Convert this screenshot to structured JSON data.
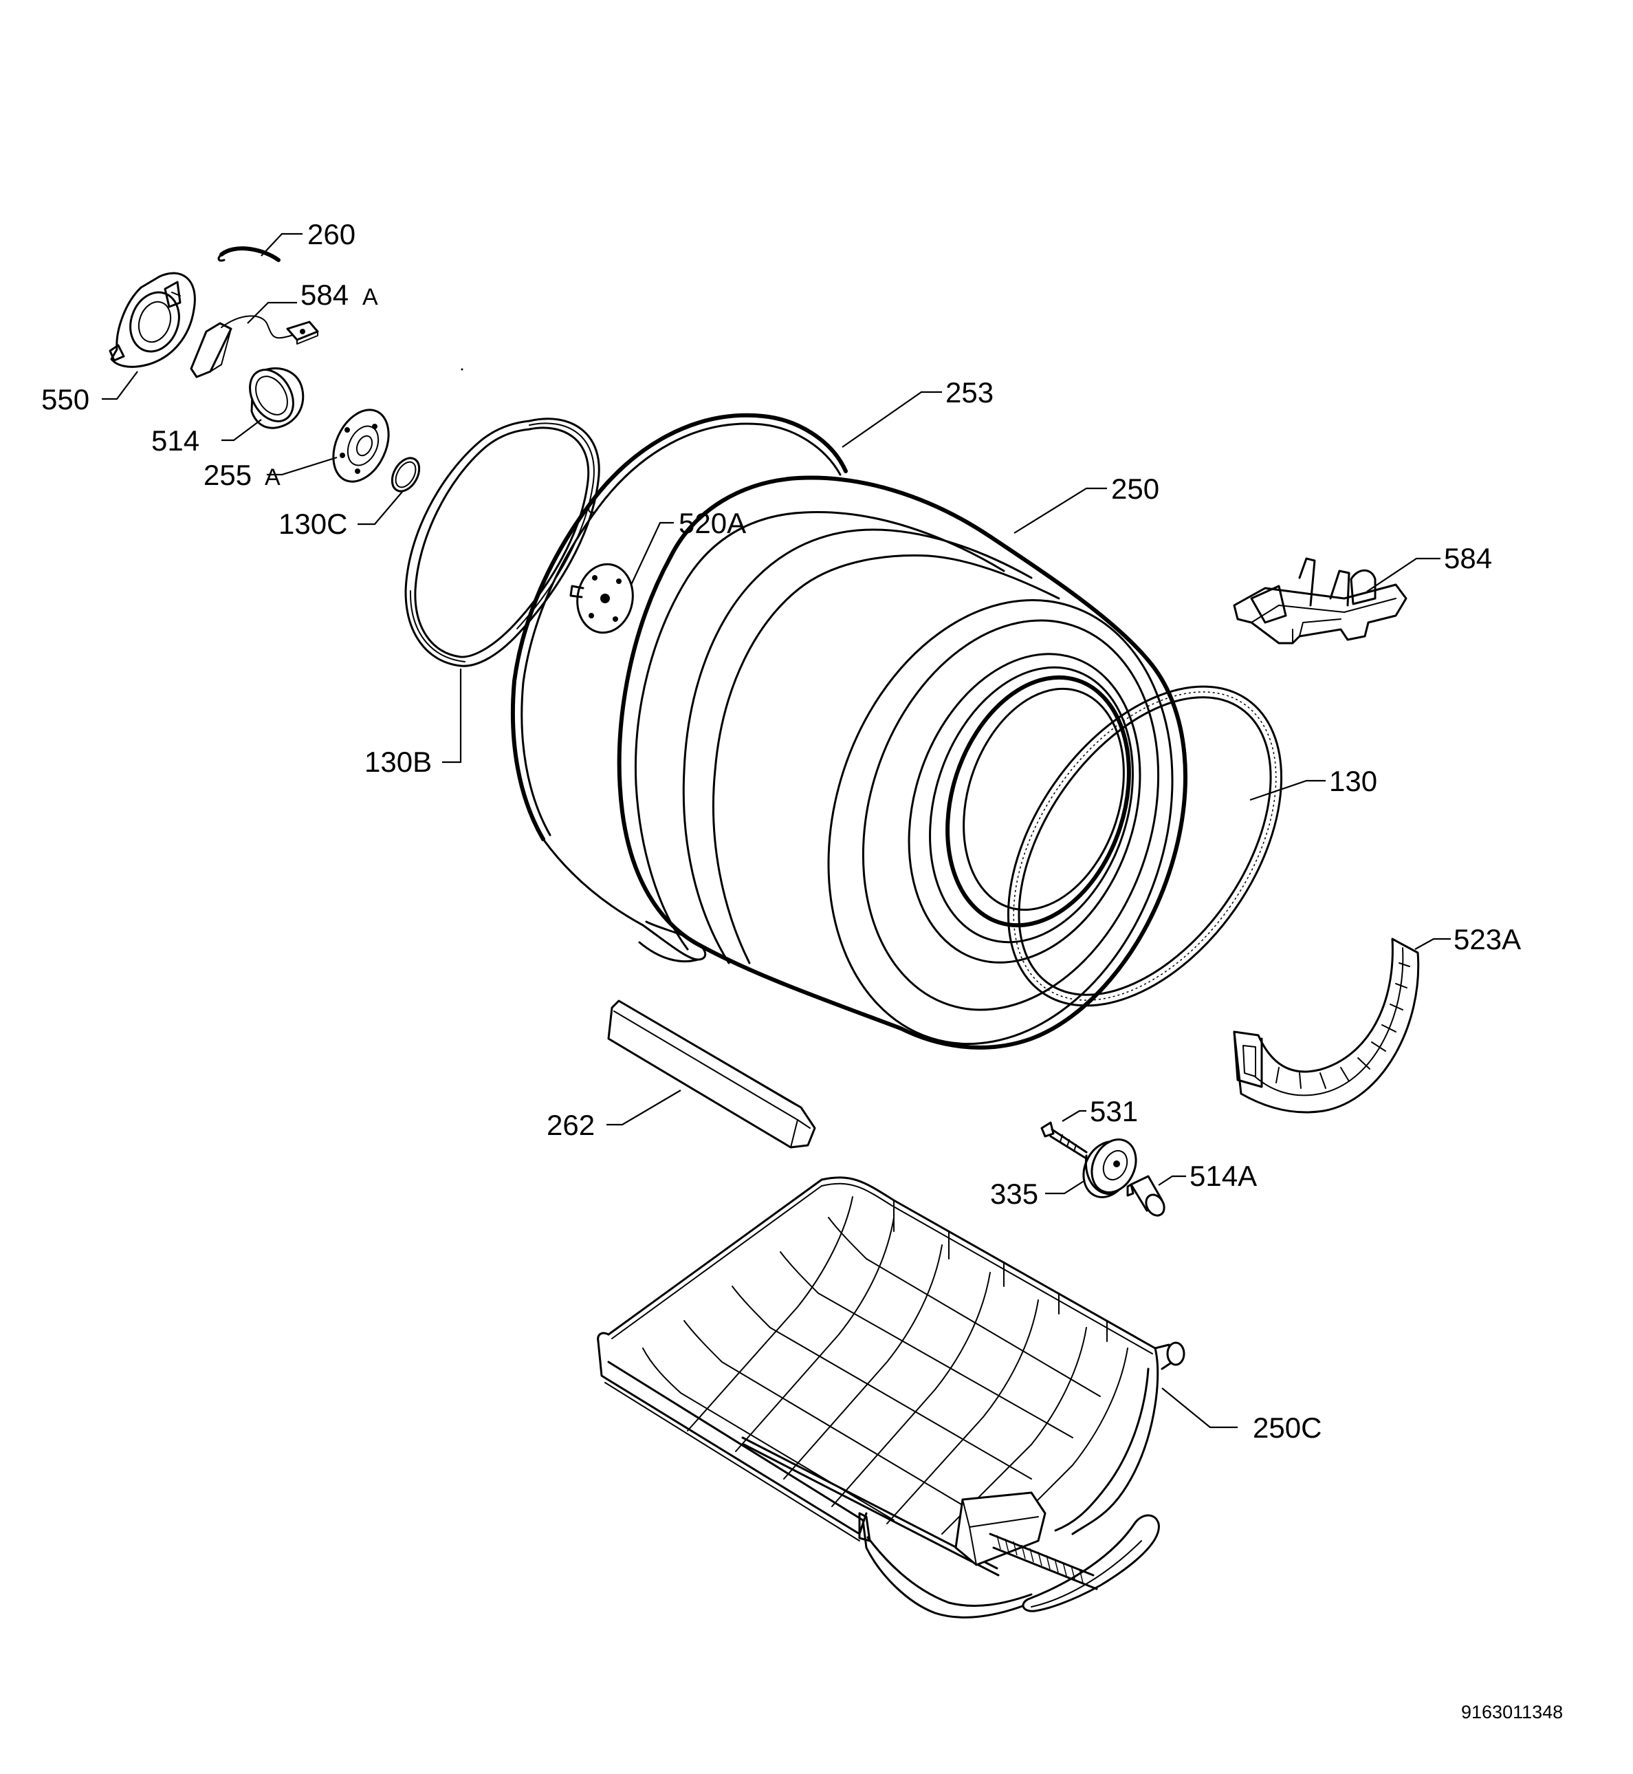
{
  "labels": {
    "p260": "260",
    "p584a_num": "584",
    "p584a_suffix": "A",
    "p550": "550",
    "p514": "514",
    "p255a_num": "255",
    "p255a_suffix": "A",
    "p130c": "130C",
    "p253": "253",
    "p520a": "520A",
    "p250": "250",
    "p584": "584",
    "p130b": "130B",
    "p130": "130",
    "p523a": "523A",
    "p262": "262",
    "p531": "531",
    "p335": "335",
    "p514a": "514A",
    "p250c": "250C"
  },
  "document_number": "9163011348"
}
